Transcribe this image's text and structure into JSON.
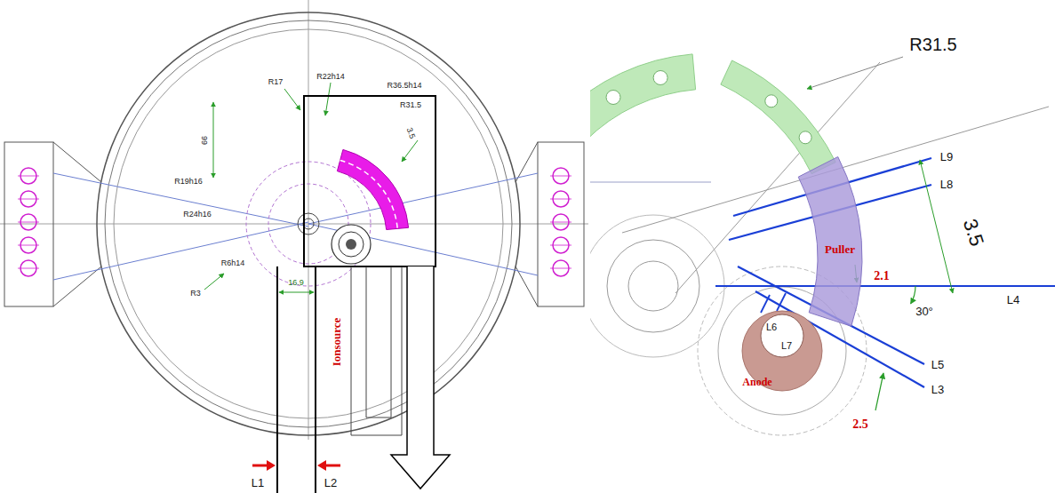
{
  "diagram": {
    "nodes": [
      {
        "text": [
          "Puller"
        ]
      },
      {
        "text": [
          "Anode"
        ]
      }
    ],
    "labels": [
      "R17",
      "R22h14",
      "R36.5h14",
      "R31.5",
      "66",
      "R19h16",
      "R24h16",
      "3.5",
      "R6h14",
      "R3",
      "16.9",
      "Ionsource",
      "L1",
      "L2",
      "R31.5",
      "L9",
      "L8",
      "3.5",
      "2.1",
      "L4",
      "L6",
      "L7",
      "30°",
      "L5",
      "2.5",
      "L3"
    ]
  }
}
